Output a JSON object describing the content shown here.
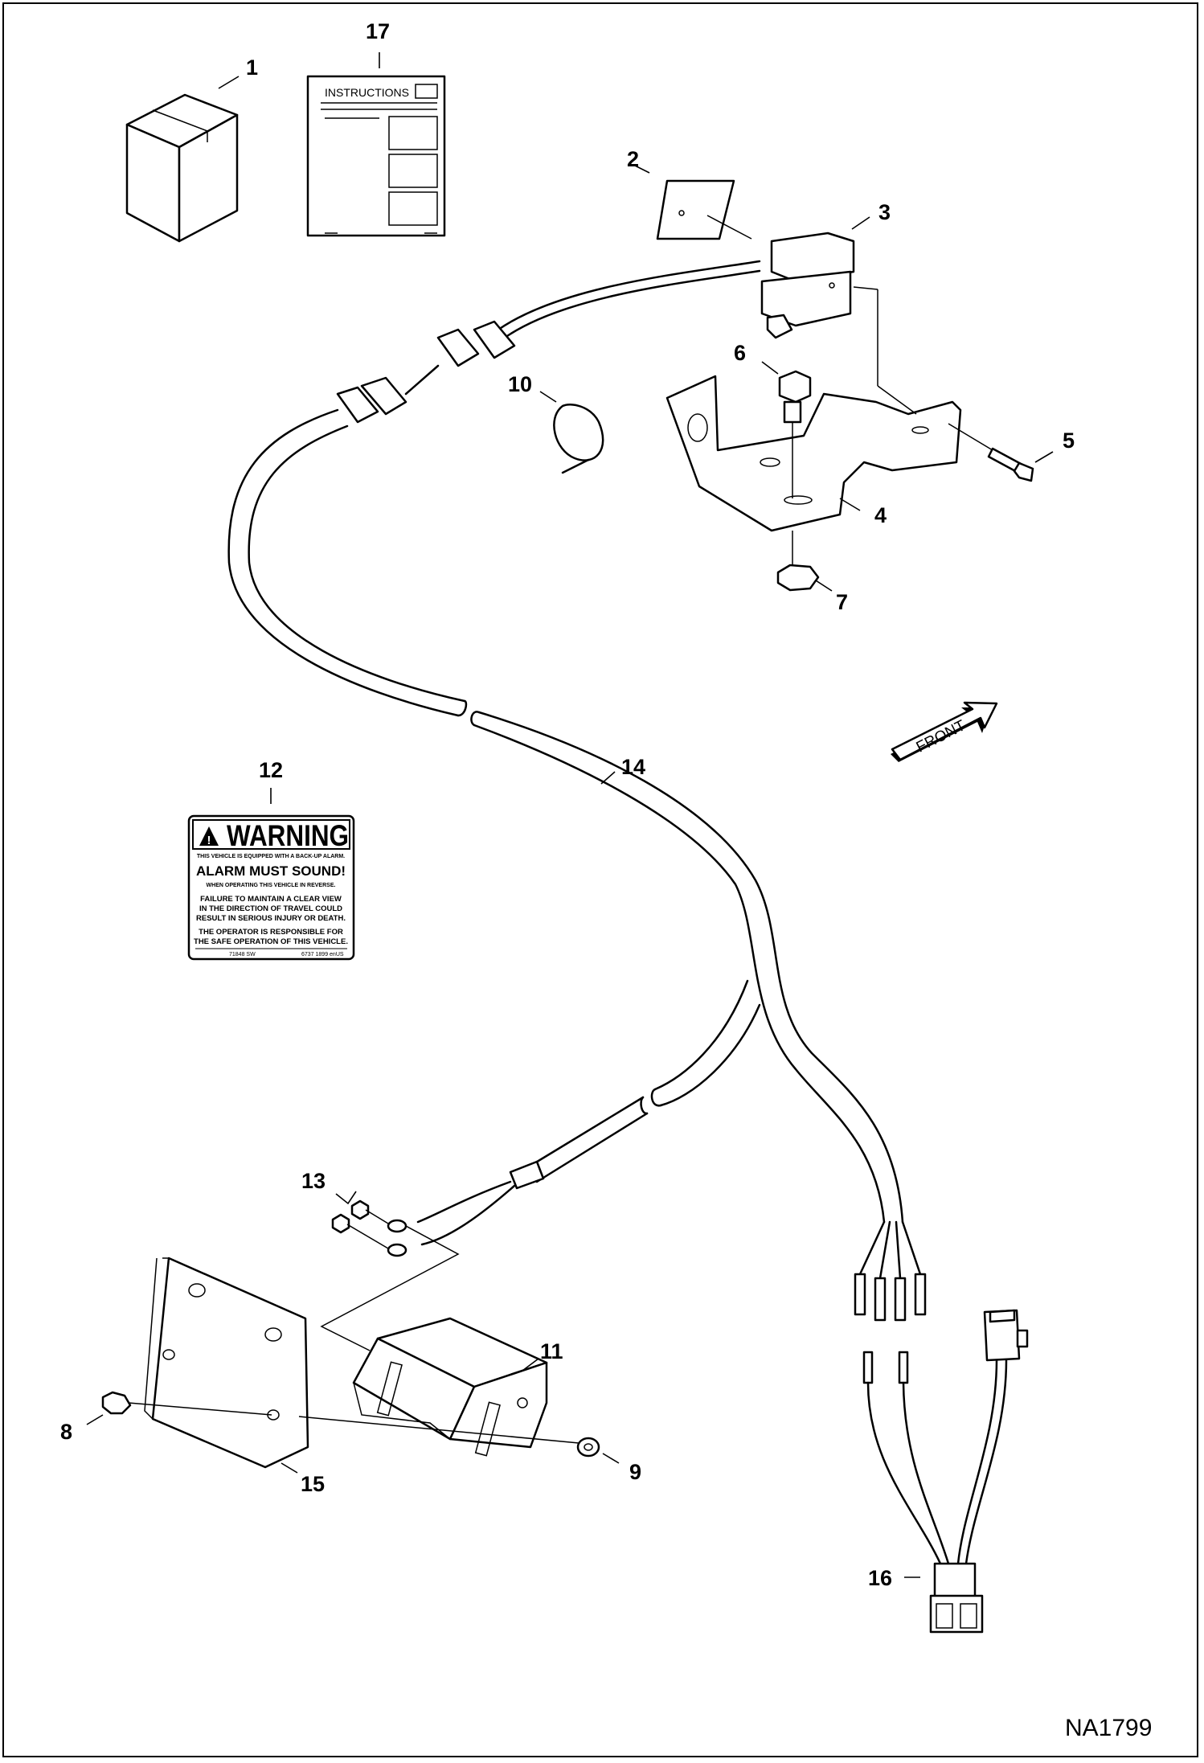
{
  "drawing_id": "NA1799",
  "callouts": {
    "c1": "1",
    "c2": "2",
    "c3": "3",
    "c4": "4",
    "c5": "5",
    "c6": "6",
    "c7": "7",
    "c8": "8",
    "c9": "9",
    "c10": "10",
    "c11": "11",
    "c12": "12",
    "c13": "13",
    "c14": "14",
    "c15": "15",
    "c16": "16",
    "c17": "17"
  },
  "instructions_label": "INSTRUCTIONS",
  "front_label": "FRONT",
  "warning_decal": {
    "header": "WARNING",
    "line1": "THIS VEHICLE IS EQUIPPED WITH A BACK-UP ALARM.",
    "line2": "ALARM MUST SOUND!",
    "line3": "WHEN OPERATING THIS VEHICLE IN REVERSE.",
    "line4": "FAILURE TO MAINTAIN A CLEAR VIEW",
    "line5": "IN THE DIRECTION OF TRAVEL COULD",
    "line6": "RESULT IN SERIOUS INJURY OR DEATH.",
    "line7": "THE OPERATOR IS RESPONSIBLE FOR",
    "line8": "THE SAFE OPERATION OF THIS VEHICLE.",
    "footer_left": "71848 SW",
    "footer_right": "6737 1899 enUS"
  }
}
